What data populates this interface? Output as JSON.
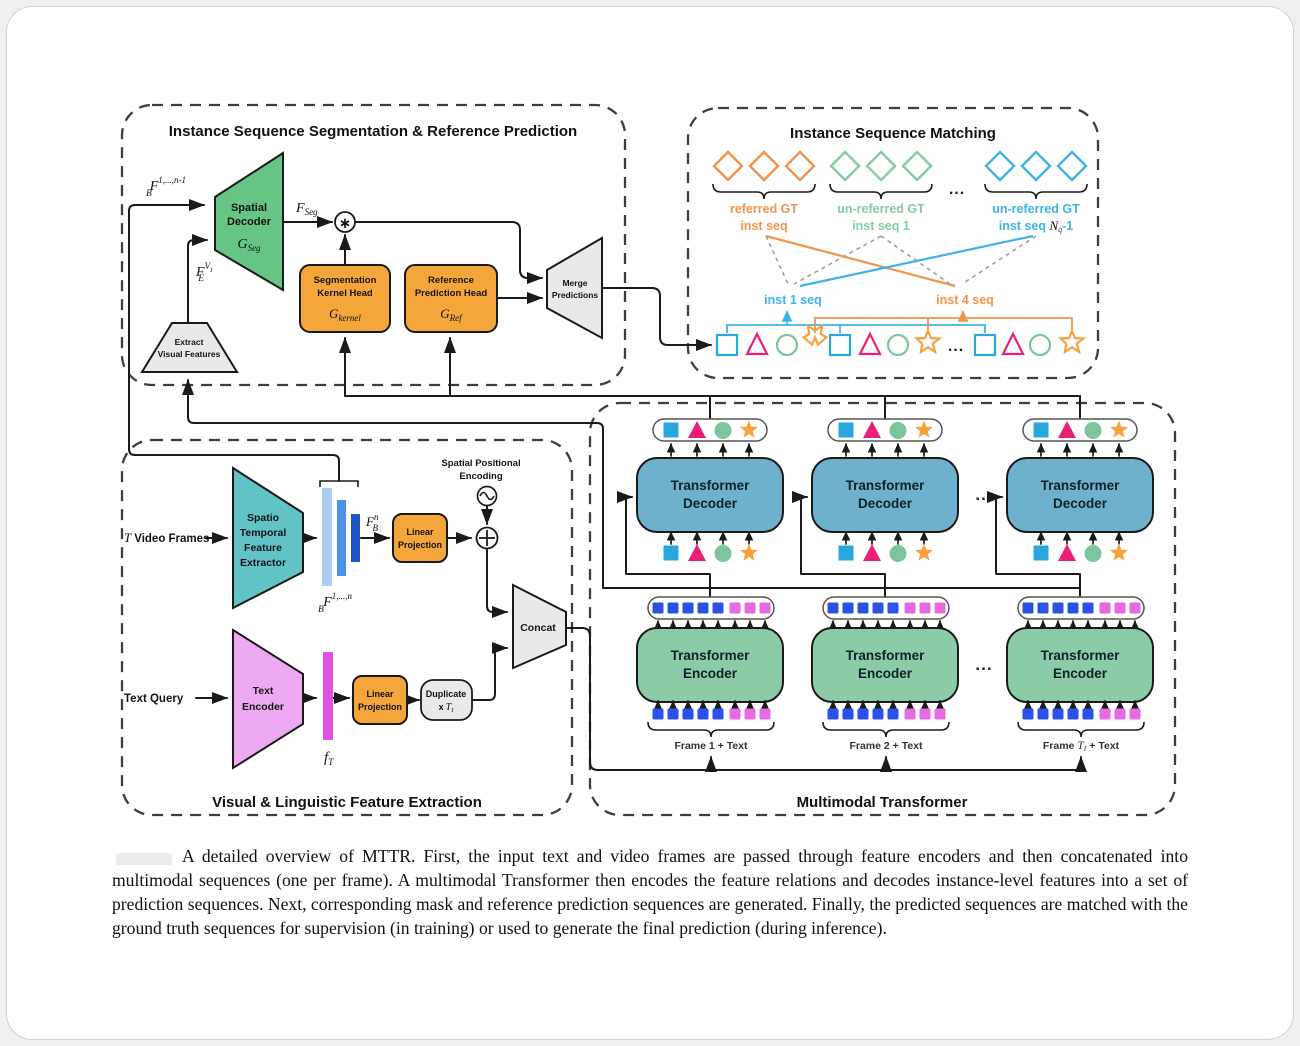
{
  "colors": {
    "teal_extractor": "#62C3C7",
    "green_spatial_decoder": "#66C584",
    "orange_node": "#F4A63A",
    "pink_text_encoder": "#EDA9F2",
    "magenta_bar": "#E351E3",
    "blue_decoder": "#6FB1CD",
    "green_encoder": "#8BCBA8",
    "seq_blue_token": "#2A52E8",
    "seq_magenta_token": "#E46BE0",
    "shape_blue": "#29A8DC",
    "shape_pink": "#EB1E78",
    "shape_green": "#7CC49C",
    "shape_orange": "#F6A13B",
    "match_orange": "#F0944E",
    "match_green": "#85CBA4",
    "match_blue": "#3FB3E8",
    "gray_node": "#E9E9E9",
    "bar_light_blue": "#AECDF2",
    "bar_mid_blue": "#4A90E4",
    "bar_dark_blue": "#2353C8"
  },
  "math": {
    "F": "F",
    "B": "B",
    "sup_n_minus": "1,...,n-1",
    "sup_n": "1,...,n",
    "n": "n",
    "Seg": "Seg",
    "E": "E",
    "V": "V",
    "I": "I",
    "G": "G",
    "kernel": "kernel",
    "Ref": "Ref",
    "f": "f",
    "T": "T",
    "N": "N",
    "q": "q",
    "minus_one": "-1",
    "x": "x",
    "conv": "∗"
  },
  "seg": {
    "title": "Instance Sequence Segmentation & Reference Prediction",
    "spatial_decoder": [
      "Spatial",
      "Decoder"
    ],
    "kernel_head": [
      "Segmentation",
      "Kernel Head"
    ],
    "ref_head": [
      "Reference",
      "Prediction Head"
    ],
    "merge": [
      "Merge",
      "Predictions"
    ],
    "extract": [
      "Extract",
      "Visual Features"
    ]
  },
  "match": {
    "title": "Instance Sequence Matching",
    "referred": [
      "referred GT",
      "inst seq"
    ],
    "unreferred1": [
      "un-referred GT",
      "inst seq 1"
    ],
    "unreferred_n": [
      "un-referred GT",
      "inst seq "
    ],
    "inst1": "inst 1 seq",
    "inst4": "inst 4 seq",
    "dots": "..."
  },
  "feat": {
    "title": "Visual & Linguistic Feature Extraction",
    "video_frames": "Video Frames",
    "text_query": "Text Query",
    "stfe": [
      "Spatio",
      "Temporal",
      "Feature",
      "Extractor"
    ],
    "text_encoder": [
      "Text",
      "Encoder"
    ],
    "linear": [
      "Linear",
      "Projection"
    ],
    "duplicate": "Duplicate",
    "concat": "Concat",
    "spe": [
      "Spatial Positional",
      "Encoding"
    ]
  },
  "mmt": {
    "title": "Multimodal Transformer",
    "decoder": [
      "Transformer",
      "Decoder"
    ],
    "encoder": [
      "Transformer",
      "Encoder"
    ],
    "frame1": "Frame 1 + Text",
    "frame2": "Frame 2 + Text",
    "frame3_pre": "Frame",
    "frame3_post": "+ Text",
    "dots": "..."
  },
  "caption": "A detailed overview of MTTR. First, the input text and video frames are passed through feature encoders and then concatenated into multimodal sequences (one per frame). A multimodal Transformer then encodes the feature relations and decodes instance-level features into a set of prediction sequences. Next, corresponding mask and reference prediction sequences are generated. Finally, the predicted sequences are matched with the ground truth sequences for supervision (in training) or used to generate the final prediction (during inference)."
}
